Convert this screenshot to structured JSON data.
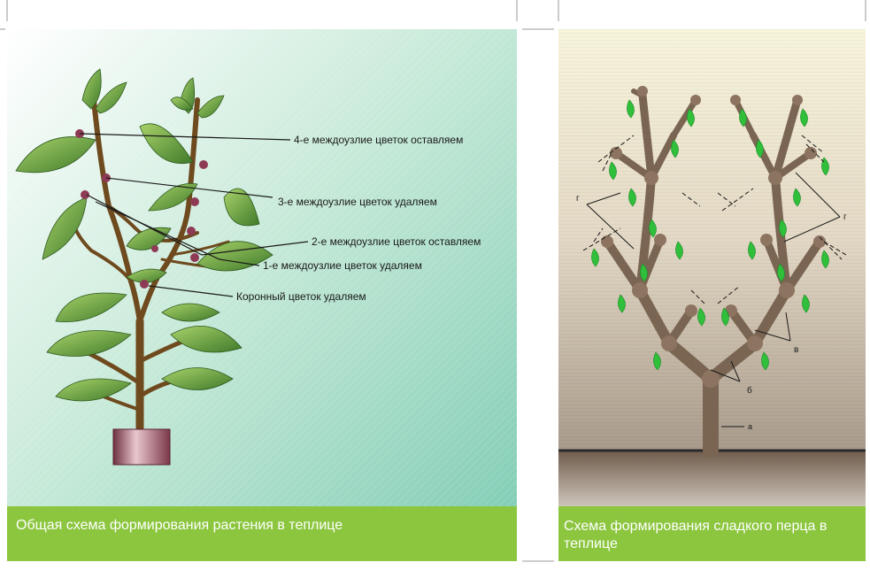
{
  "left_panel": {
    "caption": "Общая схема формирования растения в теплице",
    "labels": {
      "internode4": "4-е междоузлие цветок оставляем",
      "internode3": "3-е междоузлие цветок удаляем",
      "internode2": "2-е междоузлие цветок оставляем",
      "internode1": "1-е междоузлие цветок удаляем",
      "crown": "Коронный цветок удаляем"
    }
  },
  "right_panel": {
    "caption": "Схема формирования сладкого перца в теплице",
    "letters": {
      "a": "а",
      "b": "б",
      "v": "в",
      "g_left": "г",
      "g_right": "г"
    }
  },
  "colors": {
    "left_bg_light": "#ffffff",
    "left_bg_dark": "#7dcbb3",
    "banner": "#8cc63f",
    "stem": "#6e4a1e",
    "leaf": "#4e8a2e",
    "flower": "#8e3a55",
    "pot": "#8a4a5a",
    "pepper_branch": "#7a6552",
    "pepper_fruit": "#2fbf3a",
    "right_bg_top": "#f8f5dc",
    "right_bg_bottom": "#8a7a6a"
  }
}
